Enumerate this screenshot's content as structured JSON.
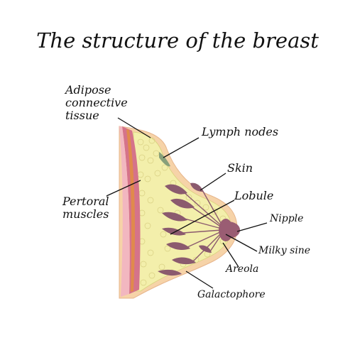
{
  "title": "The structure of the breast",
  "labels": {
    "adipose_line1": "Adipose",
    "adipose_line2": "connective",
    "adipose_line3": "tissue",
    "lymph_nodes": "Lymph nodes",
    "skin": "Skin",
    "lobule": "Lobule",
    "nipple": "Nipple",
    "pectoral_line1": "Pertoral",
    "pectoral_line2": "muscles",
    "milky_sine": "Milky sine",
    "areola": "Areola",
    "galactophore": "Galactophore"
  },
  "stock_id": "#85708855",
  "colors": {
    "skin": "#f6d3a8",
    "fat": "#f3efab",
    "muscle": "#d5738a",
    "lobule": "#8b5a6e",
    "nipple": "#9a5d73"
  }
}
